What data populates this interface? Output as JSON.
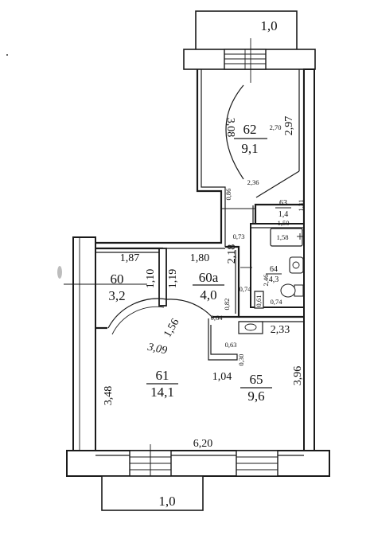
{
  "balcony_top": "1,0",
  "balcony_bottom": "1,0",
  "rooms": {
    "r62": {
      "number": "62",
      "area": "9,1"
    },
    "r63": {
      "number": "63",
      "area": "1,4"
    },
    "r64": {
      "number": "64",
      "area": "4,3"
    },
    "r60": {
      "number": "60",
      "area": "3,2"
    },
    "r60a": {
      "number": "60а",
      "area": "4,0"
    },
    "r61": {
      "number": "61",
      "area": "14,1"
    },
    "r65": {
      "number": "65",
      "area": "9,6"
    }
  },
  "dimensions": {
    "d308": "3,08",
    "d270": "2,70",
    "d297": "2,97",
    "d236": "2,36",
    "d086": "0,86",
    "d131": "1,31",
    "d150": "1,50",
    "d158": "1,58",
    "d073": "0,73",
    "d218": "2,18",
    "d187": "1,87",
    "d180": "1,80",
    "d110": "1,10",
    "d119": "1,19",
    "d246": "2,46",
    "d074a": "0,74",
    "d074b": "0,74",
    "d061": "0,61",
    "d082": "0,82",
    "d064": "0,64",
    "d156": "1,56",
    "d233": "2,33",
    "d309": "3,09",
    "d063": "0,63",
    "d030": "0,30",
    "d104": "1,04",
    "d396": "3,96",
    "d348": "3,48",
    "d620": "6,20"
  }
}
